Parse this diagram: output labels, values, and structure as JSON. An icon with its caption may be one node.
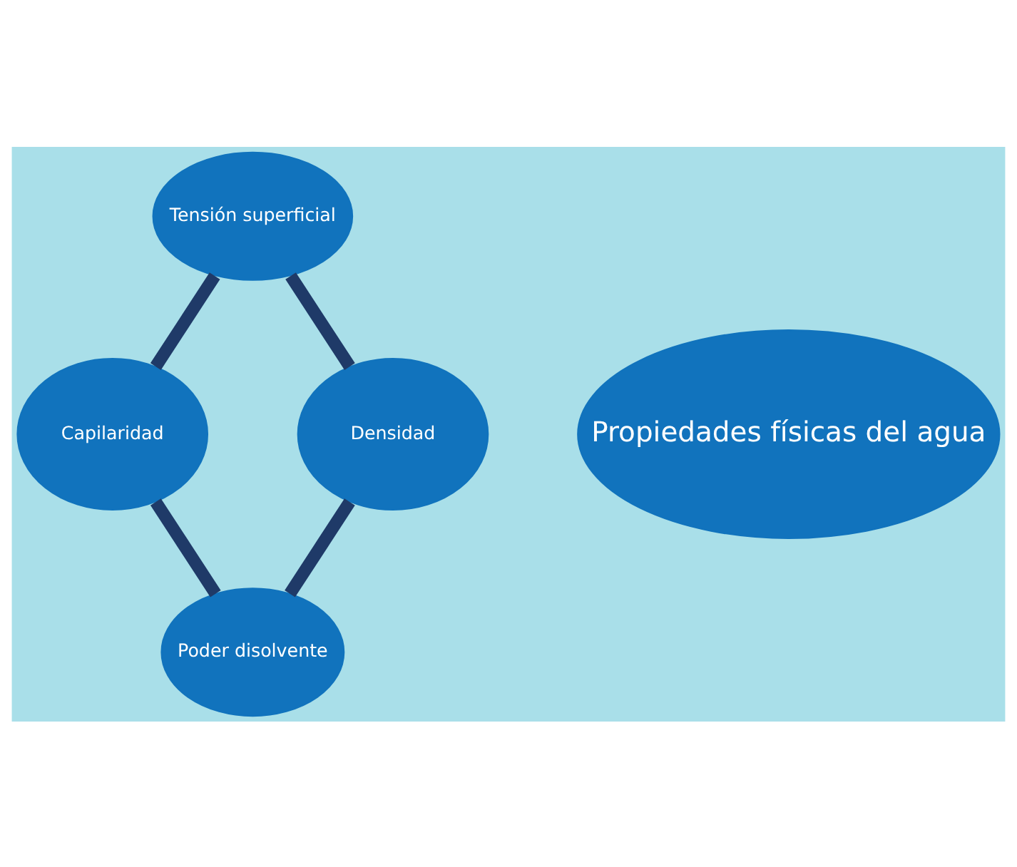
{
  "diagram": {
    "nodes": [
      {
        "text": [
          "Tensión superficial"
        ]
      },
      {
        "text": [
          "Densidad"
        ]
      },
      {
        "text": [
          "Propiedades físicas del agua"
        ]
      },
      {
        "text": [
          "Capilaridad"
        ]
      },
      {
        "text": [
          "Poder disolvente"
        ]
      }
    ],
    "edges": [
      {
        "from": 0,
        "to": 3,
        "arrow": "none"
      },
      {
        "from": 3,
        "to": 4,
        "arrow": "none"
      },
      {
        "from": 4,
        "to": 1,
        "arrow": "none"
      },
      {
        "from": 1,
        "to": 0,
        "arrow": "none"
      }
    ]
  }
}
